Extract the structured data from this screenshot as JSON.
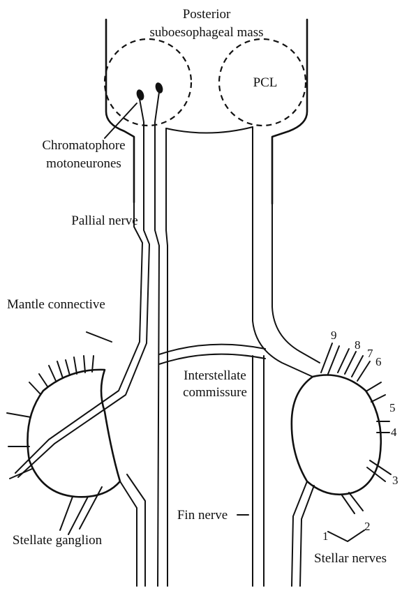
{
  "labels": {
    "posterior_line1": "Posterior",
    "posterior_line2": "suboesophageal mass",
    "pcl": "PCL",
    "chromatophore_line1": "Chromatophore",
    "chromatophore_line2": "motoneurones",
    "pallial_nerve": "Pallial nerve",
    "mantle_connective": "Mantle connective",
    "interstellate_line1": "Interstellate",
    "interstellate_line2": "commissure",
    "fin_nerve": "Fin nerve",
    "stellate_ganglion": "Stellate ganglion",
    "stellar_nerves": "Stellar nerves"
  },
  "stellar_nerve_numbers": [
    "1",
    "2",
    "3",
    "4",
    "5",
    "6",
    "7",
    "8",
    "9"
  ]
}
